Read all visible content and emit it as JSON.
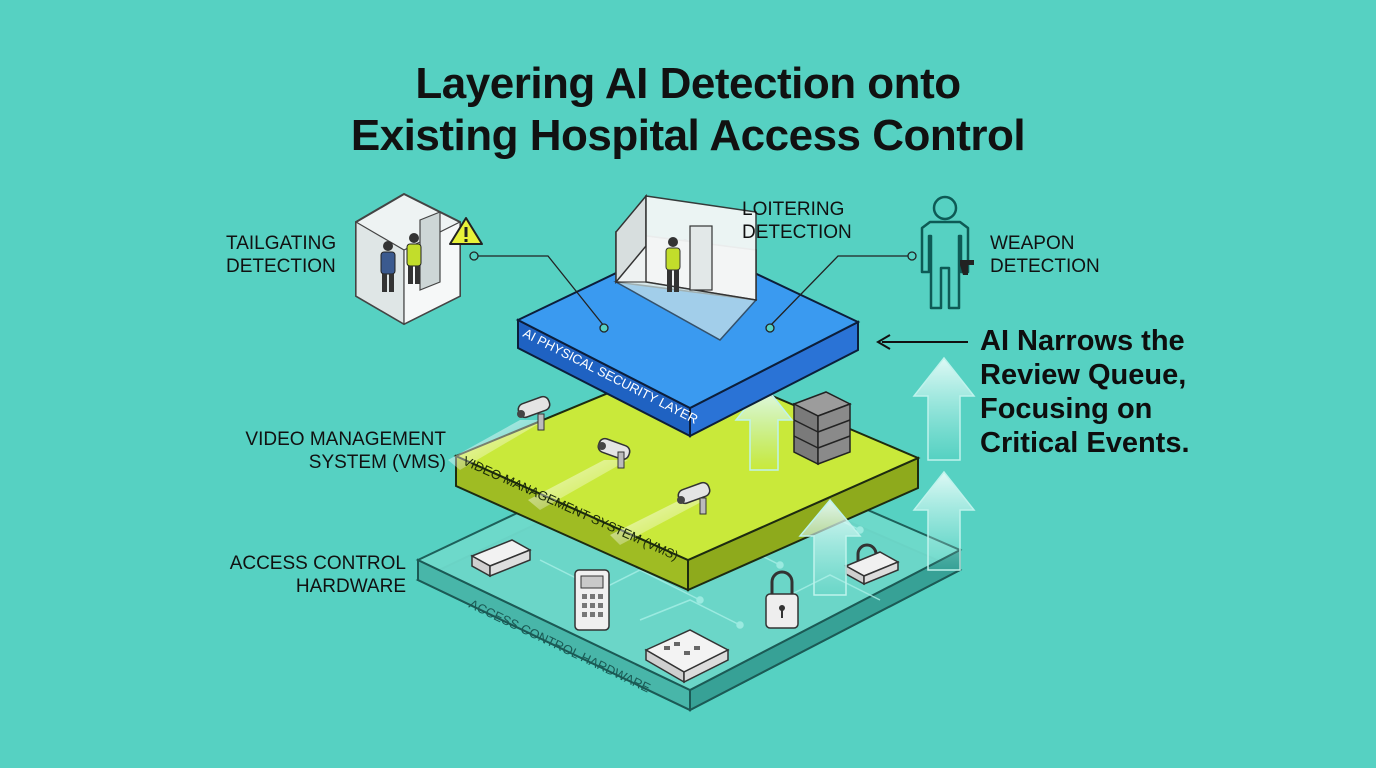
{
  "title": {
    "line1": "Layering AI Detection onto",
    "line2": "Existing Hospital Access Control"
  },
  "labels": {
    "tailgating": [
      "TAILGATING",
      "DETECTION"
    ],
    "loitering": [
      "LOITERING",
      "DETECTION"
    ],
    "weapon": [
      "WEAPON",
      "DETECTION"
    ],
    "vms": [
      "VIDEO MANAGEMENT",
      "SYSTEM (VMS)"
    ],
    "access": [
      "ACCESS CONTROL",
      "HARDWARE"
    ]
  },
  "layers": {
    "ai": "AI PHYSICAL SECURITY LAYER",
    "vms": "VIDEO MANAGEMENT SYSTEM (VMS)",
    "access": "ACCESS CONTROL HARDWARE"
  },
  "callout": [
    "AI Narrows the",
    "Review Queue,",
    "Focusing on",
    "Critical Events."
  ],
  "colors": {
    "background": "#56d1c2",
    "ai_layer": "#3a9af0",
    "vms_layer": "#c9e93a",
    "access_layer": "#5ccfc0",
    "warning": "#e8f23a",
    "figure_highlight": "#c2dd2b"
  }
}
